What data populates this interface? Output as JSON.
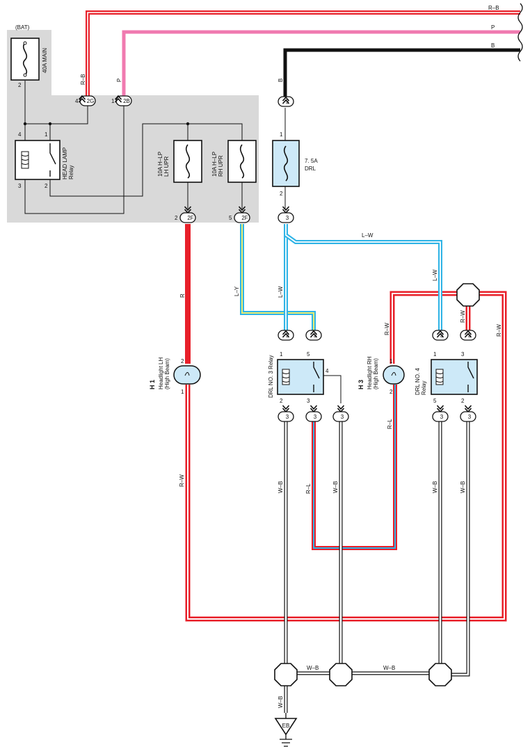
{
  "colors": {
    "red": "#e8202a",
    "pink": "#f07ab0",
    "blue": "#30b4e6",
    "yellow": "#ecec70",
    "black": "#111111",
    "relay_fill": "#cde9f8",
    "junction_block": "#d9d9d9"
  },
  "source": {
    "bat": "(BAT)",
    "main_fuse": "40A MAIN",
    "main_fuse_pin": "2"
  },
  "wires": {
    "rb": "R–B",
    "p": "P",
    "b": "B",
    "r": "R",
    "ly": "L–Y",
    "lw": "L–W",
    "rw": "R–W",
    "rl": "R–L",
    "wb": "W–B"
  },
  "connectors": {
    "c2g": {
      "pin": "4",
      "label": "2G"
    },
    "c2b": {
      "pin": "1",
      "label": "2B"
    },
    "c2f_left": {
      "pin": "2",
      "label": "2F"
    },
    "c2f_right": {
      "pin": "5",
      "label": "2F"
    },
    "c3": "3"
  },
  "components": {
    "head_lamp_relay": {
      "line1": "HEAD LAMP",
      "line2": "Relay",
      "pins": [
        "4",
        "1",
        "3",
        "2"
      ]
    },
    "fuse_lh": {
      "line1": "10A H–LP",
      "line2": "LH UPR"
    },
    "fuse_rh": {
      "line1": "10A H–LP",
      "line2": "RH UPR"
    },
    "fuse_drl": {
      "line1": "7. 5A",
      "line2": "DRL",
      "pin_top": "1",
      "pin_bottom": "2"
    },
    "h1": {
      "id": "H 1",
      "line1": "Headlight LH",
      "line2": "(High Beam)",
      "pin_top": "2",
      "pin_bottom": "1"
    },
    "h3": {
      "id": "H 3",
      "line1": "Headlight RH",
      "line2": "(High Beam)",
      "pin_top": "1",
      "pin_bottom": "2"
    },
    "drl3": {
      "line1": "DRL NO. 3 Relay",
      "pins": [
        "1",
        "5",
        "4",
        "2",
        "3"
      ]
    },
    "drl4": {
      "line1": "DRL NO. 4",
      "line2": "Relay",
      "pins": [
        "1",
        "3",
        "5",
        "2"
      ]
    }
  },
  "ground": {
    "label": "EB"
  }
}
